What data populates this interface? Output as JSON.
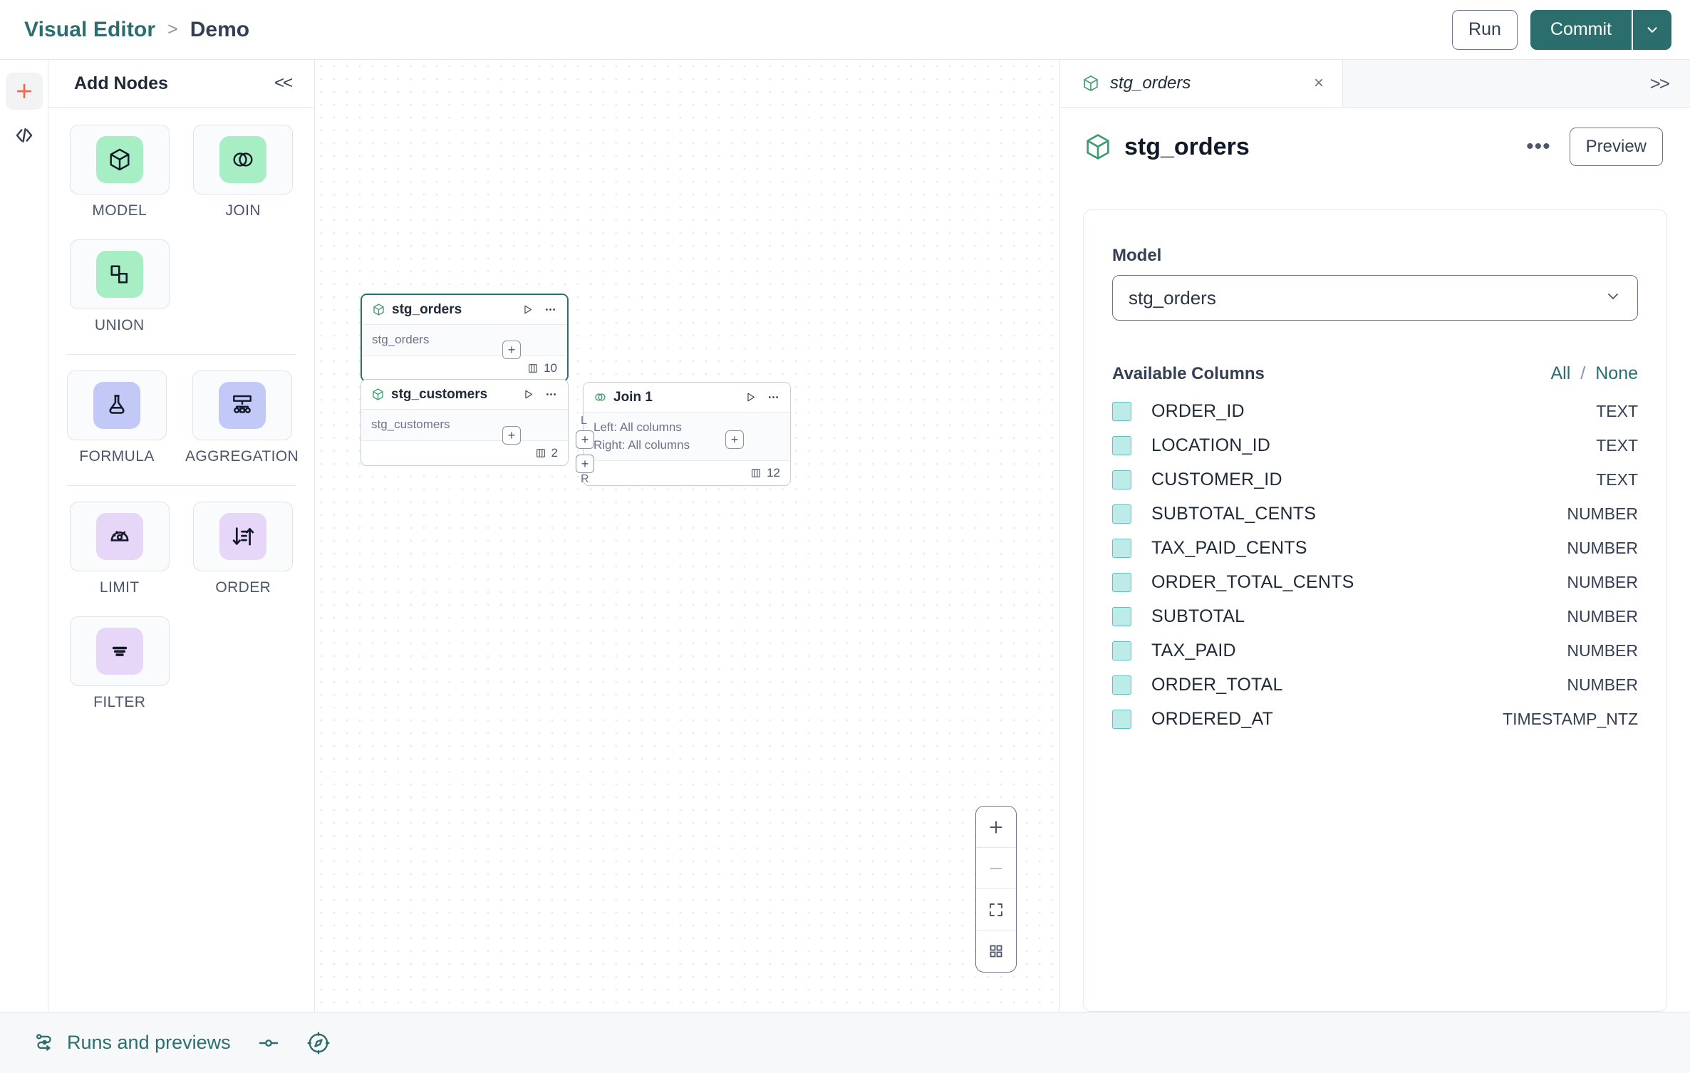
{
  "topbar": {
    "breadcrumb_root": "Visual Editor",
    "breadcrumb_sep": ">",
    "breadcrumb_leaf": "Demo",
    "run_label": "Run",
    "commit_label": "Commit"
  },
  "rail": {
    "add_icon": "plus-icon",
    "code_icon": "code-icon",
    "accent_orange": "#f26a4b"
  },
  "nodes_panel": {
    "title": "Add Nodes",
    "collapse_label": "<<",
    "groups": [
      {
        "items": [
          {
            "label": "MODEL",
            "icon": "cube-icon",
            "swatch": "sw-green"
          },
          {
            "label": "JOIN",
            "icon": "venn-icon",
            "swatch": "sw-green"
          },
          {
            "label": "UNION",
            "icon": "union-icon",
            "swatch": "sw-green"
          }
        ]
      },
      {
        "items": [
          {
            "label": "FORMULA",
            "icon": "flask-icon",
            "swatch": "sw-indigo"
          },
          {
            "label": "AGGREGATION",
            "icon": "aggregation-icon",
            "swatch": "sw-indigo"
          }
        ]
      },
      {
        "items": [
          {
            "label": "LIMIT",
            "icon": "gauge-icon",
            "swatch": "sw-violet"
          },
          {
            "label": "ORDER",
            "icon": "sort-icon",
            "swatch": "sw-violet"
          },
          {
            "label": "FILTER",
            "icon": "filter-icon",
            "swatch": "sw-violet"
          }
        ]
      }
    ]
  },
  "canvas": {
    "nodes": [
      {
        "id": "stg_orders",
        "title": "stg_orders",
        "icon": "cube-icon",
        "body_lines": [
          "stg_orders"
        ],
        "columns_count": "10",
        "selected": true
      },
      {
        "id": "stg_customers",
        "title": "stg_customers",
        "icon": "cube-icon",
        "body_lines": [
          "stg_customers"
        ],
        "columns_count": "2",
        "selected": false
      },
      {
        "id": "join_1",
        "title": "Join 1",
        "icon": "venn-icon",
        "body_lines": [
          "Left: All columns",
          "Right: All columns"
        ],
        "columns_count": "12",
        "selected": false
      }
    ],
    "port_glyph": "+",
    "port_labels": {
      "left": "L",
      "right": "R"
    },
    "zoom_controls": [
      {
        "name": "zoom-in",
        "glyph": "+"
      },
      {
        "name": "zoom-out",
        "glyph": "–"
      },
      {
        "name": "fit-view",
        "glyph": "fit-icon"
      },
      {
        "name": "minimap-toggle",
        "glyph": "grid-icon"
      }
    ]
  },
  "right_panel": {
    "tab": {
      "label": "stg_orders",
      "icon": "cube-icon",
      "close": "×"
    },
    "expand_label": ">>",
    "header": {
      "title": "stg_orders",
      "kebab": "•••",
      "preview_label": "Preview"
    },
    "model_field": {
      "label": "Model",
      "value": "stg_orders"
    },
    "columns_section": {
      "title": "Available Columns",
      "all_label": "All",
      "separator": "/",
      "none_label": "None",
      "columns": [
        {
          "name": "ORDER_ID",
          "type": "TEXT",
          "checked": true
        },
        {
          "name": "LOCATION_ID",
          "type": "TEXT",
          "checked": true
        },
        {
          "name": "CUSTOMER_ID",
          "type": "TEXT",
          "checked": true
        },
        {
          "name": "SUBTOTAL_CENTS",
          "type": "NUMBER",
          "checked": true
        },
        {
          "name": "TAX_PAID_CENTS",
          "type": "NUMBER",
          "checked": true
        },
        {
          "name": "ORDER_TOTAL_CENTS",
          "type": "NUMBER",
          "checked": true
        },
        {
          "name": "SUBTOTAL",
          "type": "NUMBER",
          "checked": true
        },
        {
          "name": "TAX_PAID",
          "type": "NUMBER",
          "checked": true
        },
        {
          "name": "ORDER_TOTAL",
          "type": "NUMBER",
          "checked": true
        },
        {
          "name": "ORDERED_AT",
          "type": "TIMESTAMP_NTZ",
          "checked": true
        }
      ]
    }
  },
  "bottombar": {
    "runs_label": "Runs and previews",
    "runs_icon": "runs-icon",
    "lineage_icon": "lineage-icon",
    "compass_icon": "compass-icon"
  },
  "colors": {
    "teal": "#2c6e6e",
    "orange": "#f26a4b",
    "mint": "#a8eec4",
    "checkbox_fill": "#bdece8"
  }
}
